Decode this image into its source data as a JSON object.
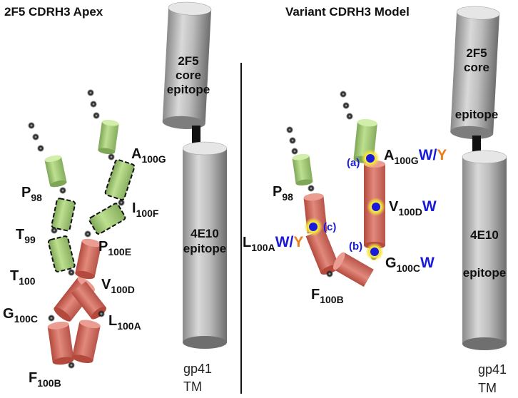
{
  "titles": {
    "left": "2F5 CDRH3 Apex",
    "right": "Variant CDRH3 Model"
  },
  "cylinders": {
    "core": [
      "2F5",
      "core",
      "epitope"
    ],
    "e4e10": [
      "4E10",
      "epitope"
    ]
  },
  "tm": [
    "gp41",
    "TM"
  ],
  "left_residues": {
    "p98": [
      "P",
      "98"
    ],
    "t99": [
      "T",
      "99"
    ],
    "t100": [
      "T",
      "100"
    ],
    "g100c": [
      "G",
      "100C"
    ],
    "f100b": [
      "F",
      "100B"
    ],
    "l100a": [
      "L",
      "100A"
    ],
    "v100d": [
      "V",
      "100D"
    ],
    "p100e": [
      "P",
      "100E"
    ],
    "i100f": [
      "I",
      "100F"
    ],
    "a100g": [
      "A",
      "100G"
    ]
  },
  "right_residues": {
    "p98": [
      "P",
      "98"
    ],
    "l100a": [
      "L",
      "100A"
    ],
    "f100b": [
      "F",
      "100B"
    ],
    "a100g": [
      "A",
      "100G"
    ],
    "v100d": [
      "V",
      "100D"
    ],
    "g100c": [
      "G",
      "100C"
    ]
  },
  "mutations": {
    "w": "W",
    "slash": "/",
    "y": "Y"
  },
  "site_labels": {
    "a": "(a)",
    "b": "(b)",
    "c": "(c)"
  },
  "colors": {
    "green": "#a9cc7a",
    "red": "#d66a5c",
    "mut_w": "#1a1adb",
    "mut_y": "#f07f1a",
    "site": "#1a1adb"
  }
}
